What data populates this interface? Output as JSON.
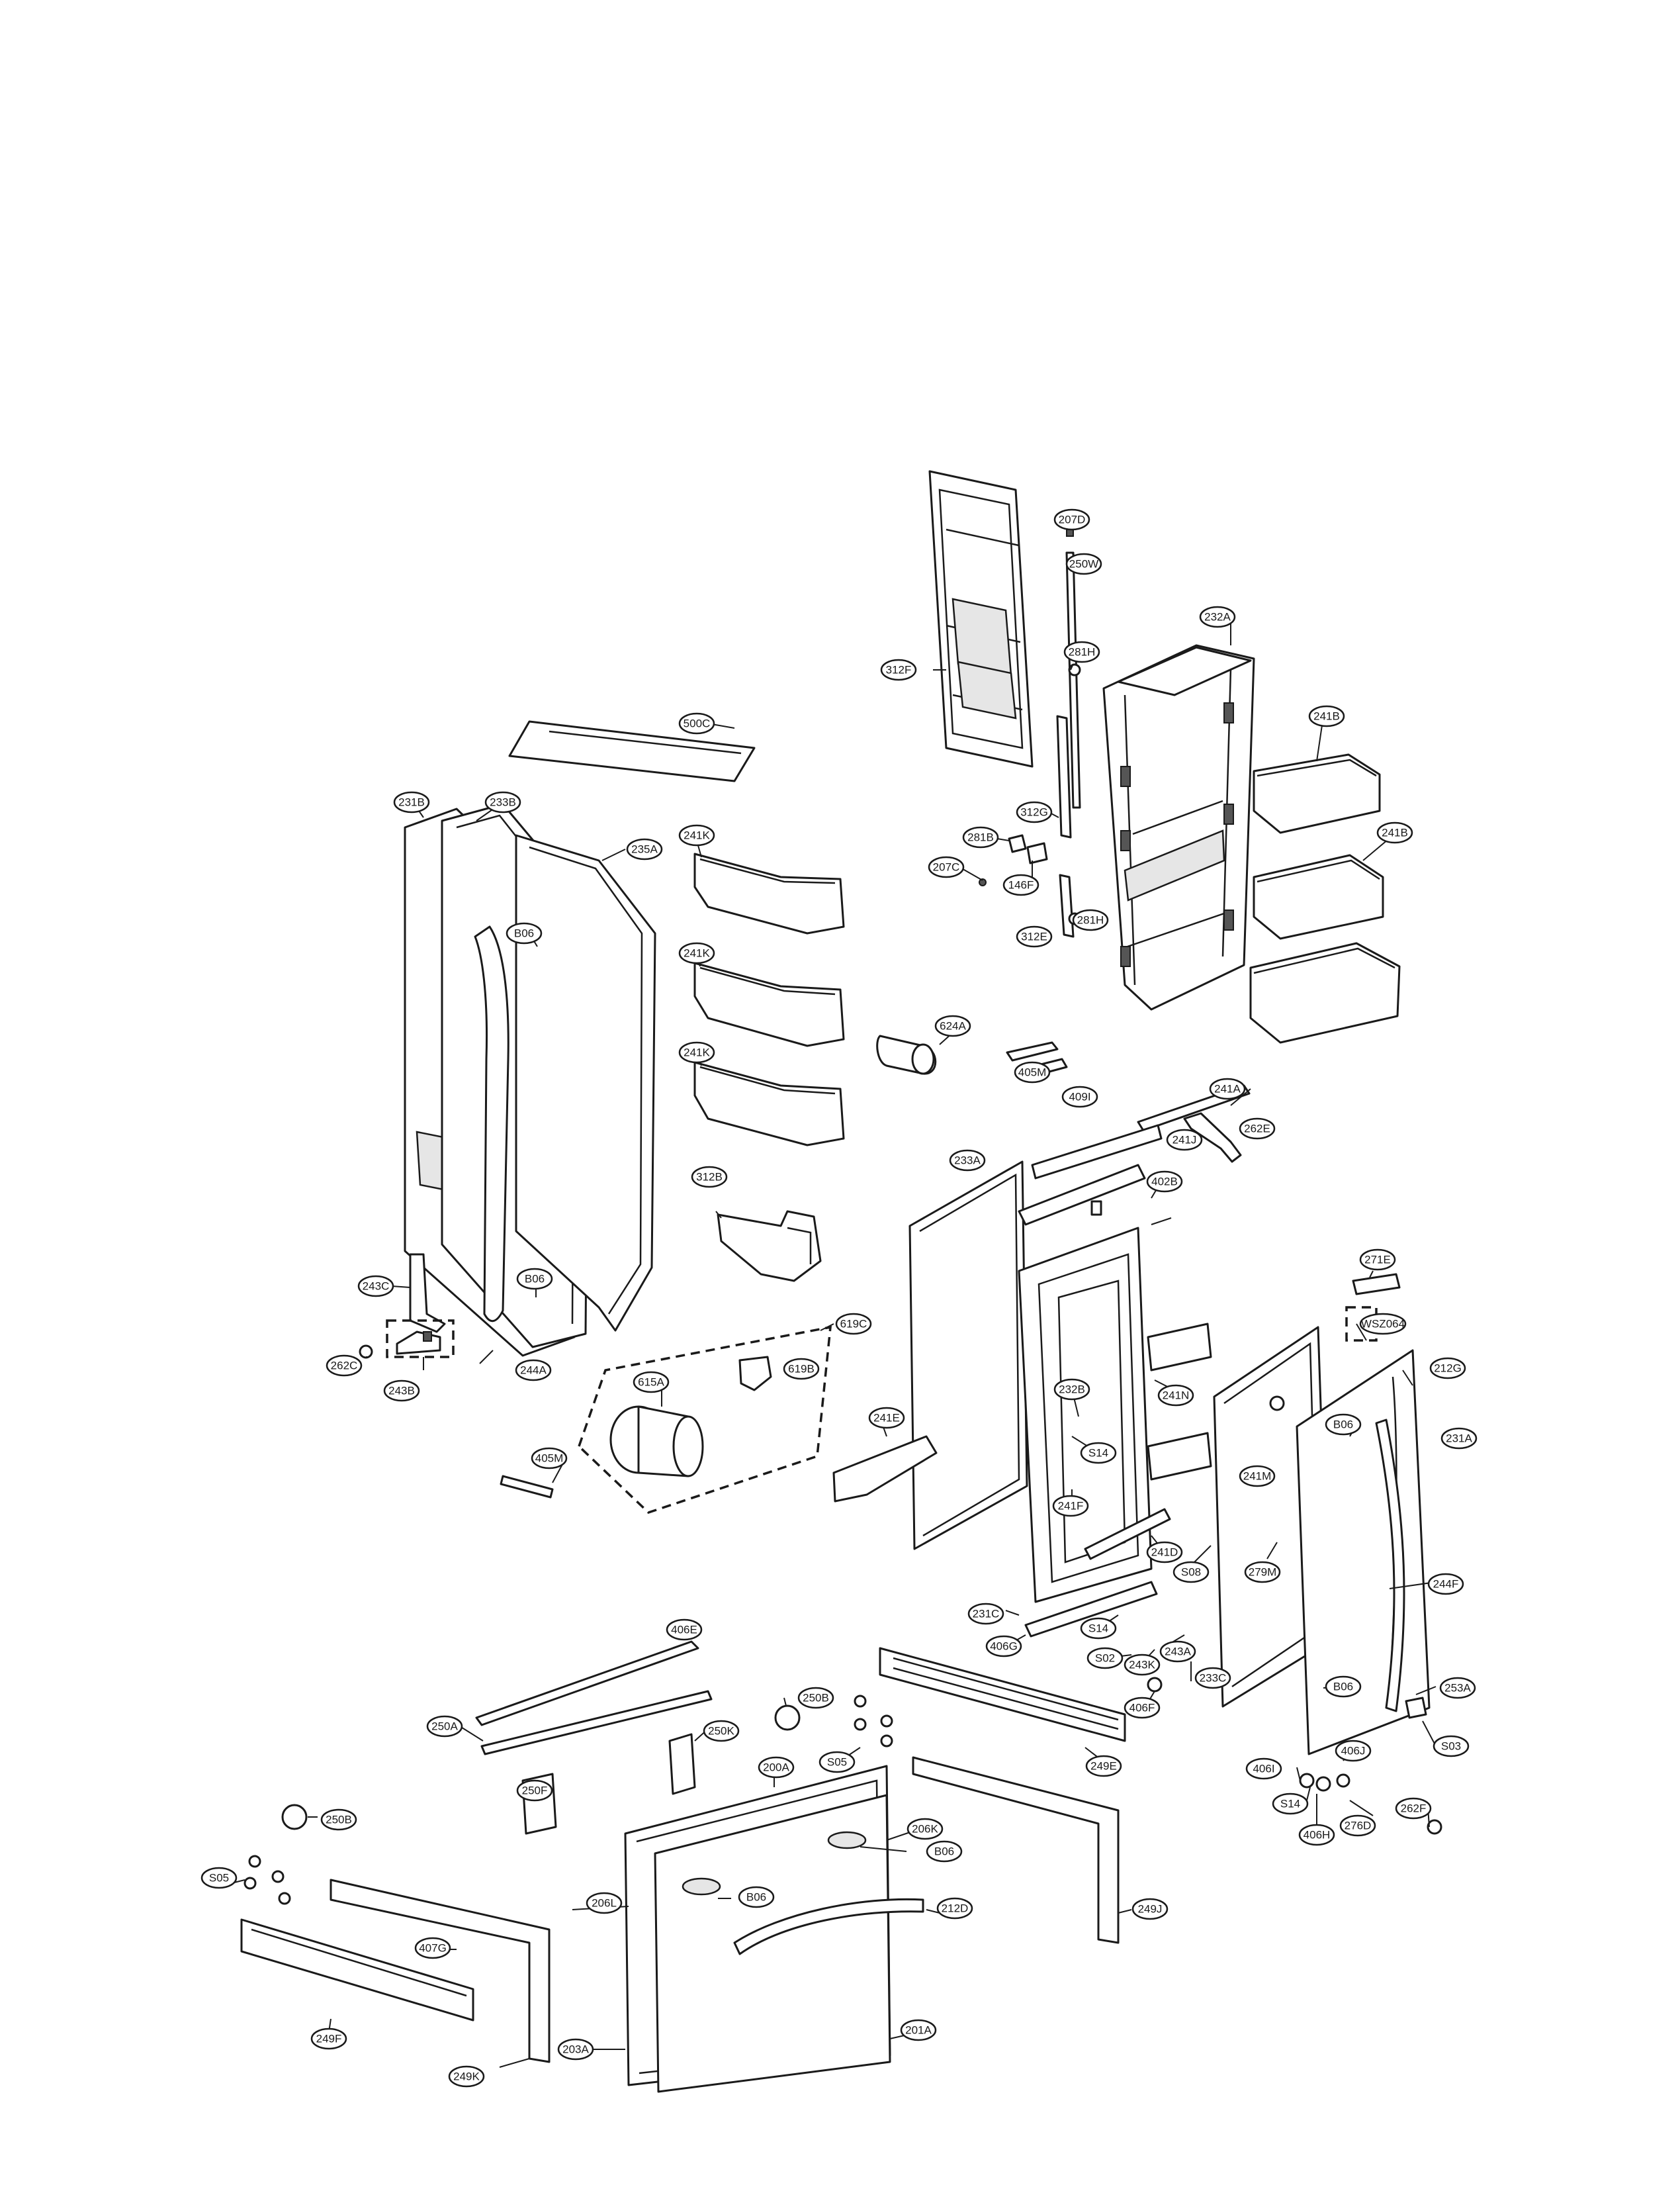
{
  "callouts": [
    "207D",
    "250W",
    "281H",
    "232A",
    "312F",
    "500C",
    "241B",
    "231B",
    "233B",
    "235A",
    "241K",
    "312G",
    "281B",
    "207C",
    "146F",
    "281H",
    "312E",
    "241B",
    "B06",
    "241K",
    "624A",
    "405M",
    "409I",
    "241A",
    "262E",
    "241K",
    "241J",
    "233A",
    "402B",
    "312B",
    "271E",
    "243C",
    "B06",
    "WSZ064",
    "619C",
    "212G",
    "262C",
    "243B",
    "244A",
    "619B",
    "615A",
    "232B",
    "241E",
    "241N",
    "B06",
    "231A",
    "405M",
    "S14",
    "241M",
    "241F",
    "241D",
    "S08",
    "279M",
    "244F",
    "231C",
    "S14",
    "243A",
    "406G",
    "S02",
    "243K",
    "233C",
    "B06",
    "406E",
    "253A",
    "406F",
    "250B",
    "250K",
    "250A",
    "249E",
    "S03",
    "406J",
    "S05",
    "406I",
    "250F",
    "200A",
    "S14",
    "276D",
    "262F",
    "406H",
    "250B",
    "206K",
    "B06",
    "S05",
    "206L",
    "B06",
    "212D",
    "249J",
    "407G",
    "201A",
    "203A",
    "249F",
    "249K"
  ]
}
